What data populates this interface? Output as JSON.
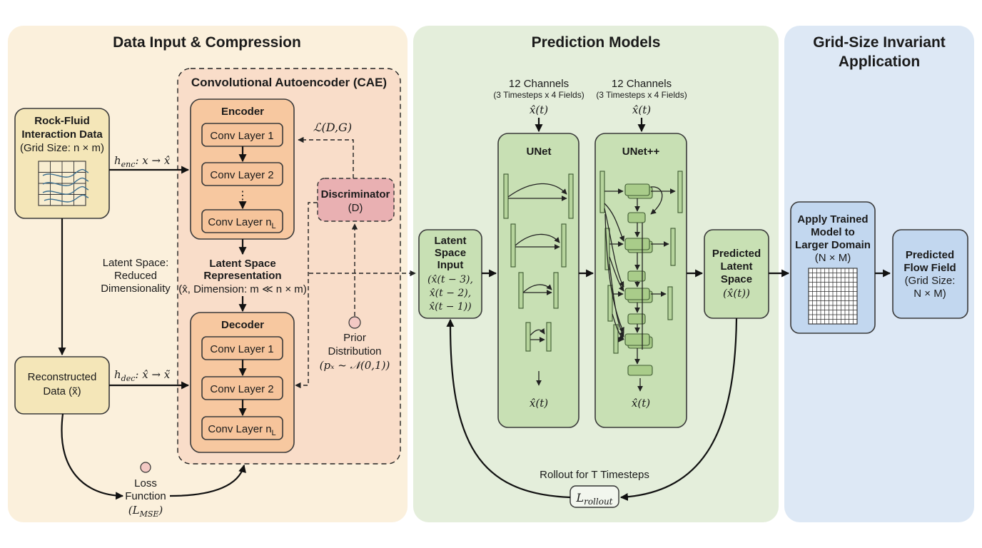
{
  "panels": {
    "input": "Data Input & Compression",
    "prediction": "Prediction Models",
    "app_line1": "Grid-Size Invariant",
    "app_line2": "Application"
  },
  "rock_fluid": {
    "line1": "Rock-Fluid",
    "line2": "Interaction Data",
    "line3": "(Grid Size: n × m)"
  },
  "reconstructed": {
    "line1": "Reconstructed",
    "line2": "Data (x̃)"
  },
  "h_enc": {
    "sym": "h",
    "sub": "enc",
    "rest": ": x → x̂"
  },
  "h_dec": {
    "sym": "h",
    "sub": "dec",
    "rest": ": x̂ → x̃"
  },
  "cae": {
    "title": "Convolutional Autoencoder (CAE)"
  },
  "encoder": {
    "title": "Encoder",
    "layer1": "Conv Layer 1",
    "layer2": "Conv Layer 2",
    "ellipsis": "⋮",
    "layerN": "Conv Layer n",
    "layerN_sub": "L"
  },
  "decoder": {
    "title": "Decoder",
    "layer1": "Conv Layer 1",
    "layer2": "Conv Layer 2",
    "layerN": "Conv Layer n",
    "layerN_sub": "L"
  },
  "latent_rep": {
    "line1": "Latent Space",
    "line2": "Representation",
    "line3": "(x̂, Dimension: m ≪ n × m)"
  },
  "latent_note": {
    "line1": "Latent Space:",
    "line2": "Reduced",
    "line3": "Dimensionality"
  },
  "discriminator": {
    "title": "Discriminator",
    "sub": "(D)"
  },
  "gan_loss": "ℒ(D,G)",
  "prior": {
    "line1": "Prior",
    "line2": "Distribution",
    "line3": "(pₓ ~ 𝒩(0,1))"
  },
  "loss_fn": {
    "line1": "Loss",
    "line2": "Function",
    "line3": "(L",
    "line3_sub": "MSE",
    "line3_end": ")"
  },
  "unet": {
    "title": "UNet",
    "ch_line1": "12 Channels",
    "ch_line2": "(3 Timesteps x 4 Fields)",
    "input": "x̂(t)",
    "output": "x̂(t)"
  },
  "unetpp": {
    "title": "UNet++",
    "ch_line1": "12 Channels",
    "ch_line2": "(3 Timesteps x 4 Fields)",
    "input": "x̂(t)",
    "output": "x̂(t)"
  },
  "latent_input": {
    "line1": "Latent",
    "line2": "Space",
    "line3": "Input",
    "line4": "(x̂(t − 3),",
    "line5": "x̂(t − 2),",
    "line6": "x̂(t − 1))"
  },
  "predicted_latent": {
    "line1": "Predicted",
    "line2": "Latent",
    "line3": "Space",
    "line4": "(x̂(t))"
  },
  "rollout": {
    "label": "Rollout for T Timesteps",
    "sym": "L",
    "sub": "rollout"
  },
  "apply_model": {
    "line1": "Apply Trained",
    "line2": "Model to",
    "line3": "Larger Domain",
    "line4": "(N × M)"
  },
  "predicted_flow": {
    "line1": "Predicted",
    "line2": "Flow Field",
    "line3": "(Grid Size:",
    "line4": "N × M)"
  },
  "colors": {
    "panel_input": "#fbf0dc",
    "panel_prediction": "#e4eedb",
    "panel_application": "#dde8f5",
    "cae_region": "#f9ddc9",
    "encoder_box": "#f7c8a0",
    "conv_layer": "#f6c49b",
    "discriminator": "#e9b0b2",
    "data_box": "#f4e6b8",
    "model_box": "#c8e0b4",
    "application_box": "#c2d7ef"
  }
}
